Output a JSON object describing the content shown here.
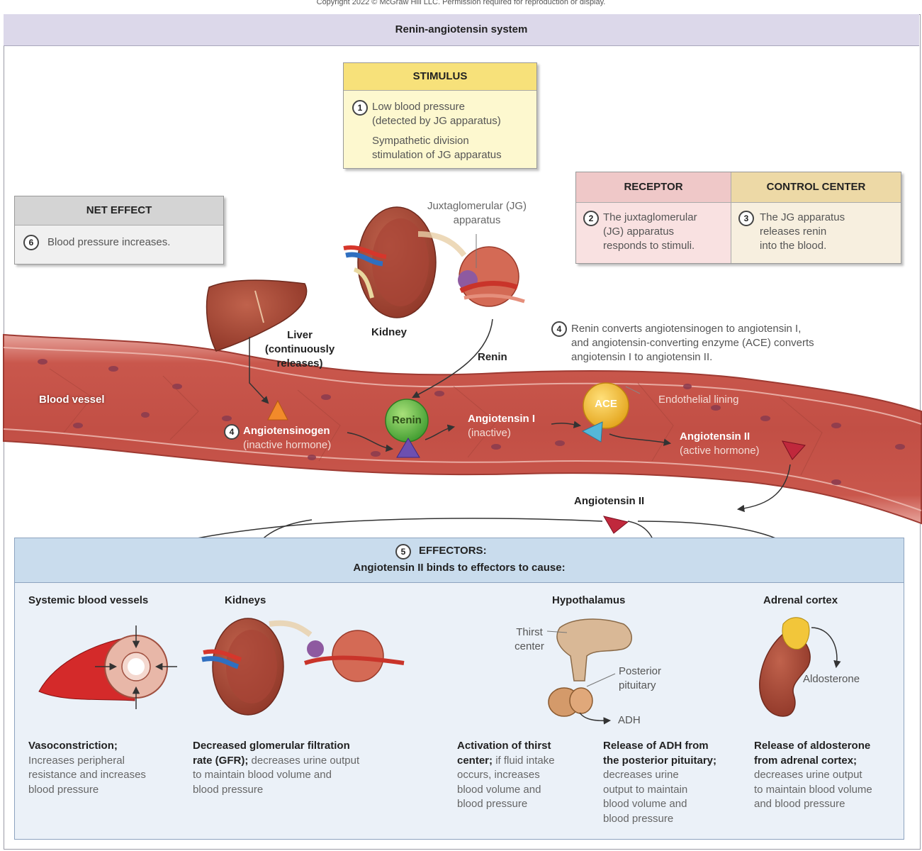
{
  "copyright": "Copyright 2022 © McGraw Hill LLC. Permission required for reproduction or display.",
  "title": "Renin-angiotensin system",
  "stimulus": {
    "heading": "STIMULUS",
    "num": "1",
    "line1": "Low blood pressure",
    "line2": "(detected by JG apparatus)",
    "line3": "Sympathetic division",
    "line4": "stimulation of JG apparatus"
  },
  "net_effect": {
    "heading": "NET EFFECT",
    "num": "6",
    "text": "Blood pressure increases."
  },
  "receptor": {
    "heading": "RECEPTOR",
    "num": "2",
    "line1": "The juxtaglomerular",
    "line2": "(JG) apparatus",
    "line3": "responds to stimuli."
  },
  "control_center": {
    "heading": "CONTROL CENTER",
    "num": "3",
    "line1": "The JG apparatus",
    "line2": "releases renin",
    "line3": "into the blood."
  },
  "labels": {
    "jg_line1": "Juxtaglomerular (JG)",
    "jg_line2": "apparatus",
    "kidney": "Kidney",
    "liver_line1": "Liver",
    "liver_line2": "(continuously",
    "liver_line3": "releases)",
    "renin_arrow": "Renin",
    "blood_vessel": "Blood vessel",
    "endothelial": "Endothelial lining",
    "step4_num": "4",
    "step4_line1": "Renin converts angiotensinogen to angiotensin I,",
    "step4_line2": "and angiotensin-converting enzyme (ACE) converts",
    "step4_line3": "angiotensin I to angiotensin II.",
    "angiotensinogen_num": "4",
    "angiotensinogen": "Angiotensinogen",
    "angiotensinogen_sub": "(inactive hormone)",
    "renin_ball": "Renin",
    "ace_ball": "ACE",
    "angiotensin1": "Angiotensin I",
    "angiotensin1_sub": "(inactive)",
    "angiotensin2": "Angiotensin II",
    "angiotensin2_sub": "(active hormone)",
    "angiotensin2_out": "Angiotensin II"
  },
  "effectors": {
    "num": "5",
    "heading": "EFFECTORS:",
    "subheading": "Angiotensin II binds to effectors to cause:",
    "titles": [
      "Systemic blood vessels",
      "Kidneys",
      "Hypothalamus",
      "Adrenal cortex"
    ],
    "thirst_line1": "Thirst",
    "thirst_line2": "center",
    "posterior_line1": "Posterior",
    "posterior_line2": "pituitary",
    "adh": "ADH",
    "aldosterone": "Aldosterone",
    "e1_bold": "Vasoconstriction;",
    "e1_l1": "Increases peripheral",
    "e1_l2": "resistance and increases",
    "e1_l3": "blood pressure",
    "e2_bold1": "Decreased glomerular filtration",
    "e2_bold2": "rate (GFR);",
    "e2_l1": " decreases urine output",
    "e2_l2": "to maintain blood volume and",
    "e2_l3": "blood pressure",
    "e3_bold1": "Activation of thirst",
    "e3_bold2": "center;",
    "e3_l1": " if fluid intake",
    "e3_l2": "occurs, increases",
    "e3_l3": "blood volume and",
    "e3_l4": "blood pressure",
    "e4_bold1": "Release of ADH from",
    "e4_bold2": "the posterior pituitary;",
    "e4_l1": "decreases urine",
    "e4_l2": "output to maintain",
    "e4_l3": "blood volume and",
    "e4_l4": "blood pressure",
    "e5_bold1": "Release of aldosterone",
    "e5_bold2": "from adrenal cortex;",
    "e5_l1": "decreases urine output",
    "e5_l2": "to maintain blood volume",
    "e5_l3": "and blood pressure"
  }
}
